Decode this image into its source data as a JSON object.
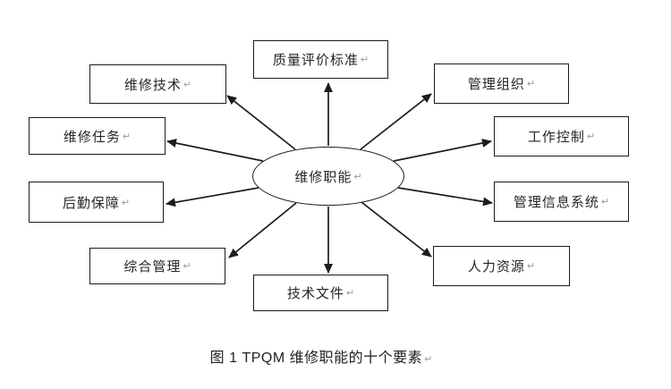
{
  "diagram": {
    "center": {
      "label": "维修职能"
    },
    "nodes": [
      {
        "id": "quality",
        "label": "质量评价标准"
      },
      {
        "id": "tech",
        "label": "维修技术"
      },
      {
        "id": "org",
        "label": "管理组织"
      },
      {
        "id": "task",
        "label": "维修任务"
      },
      {
        "id": "control",
        "label": "工作控制"
      },
      {
        "id": "logistics",
        "label": "后勤保障"
      },
      {
        "id": "mis",
        "label": "管理信息系统"
      },
      {
        "id": "comprehensive",
        "label": "综合管理"
      },
      {
        "id": "hr",
        "label": "人力资源"
      },
      {
        "id": "docs",
        "label": "技术文件"
      }
    ],
    "caption": "图 1 TPQM 维修职能的十个要素",
    "paragraph_mark": "↵",
    "colors": {
      "background": "#ffffff",
      "line": "#1c1c1c",
      "text": "#262626",
      "mark": "#9a9a9a"
    }
  }
}
